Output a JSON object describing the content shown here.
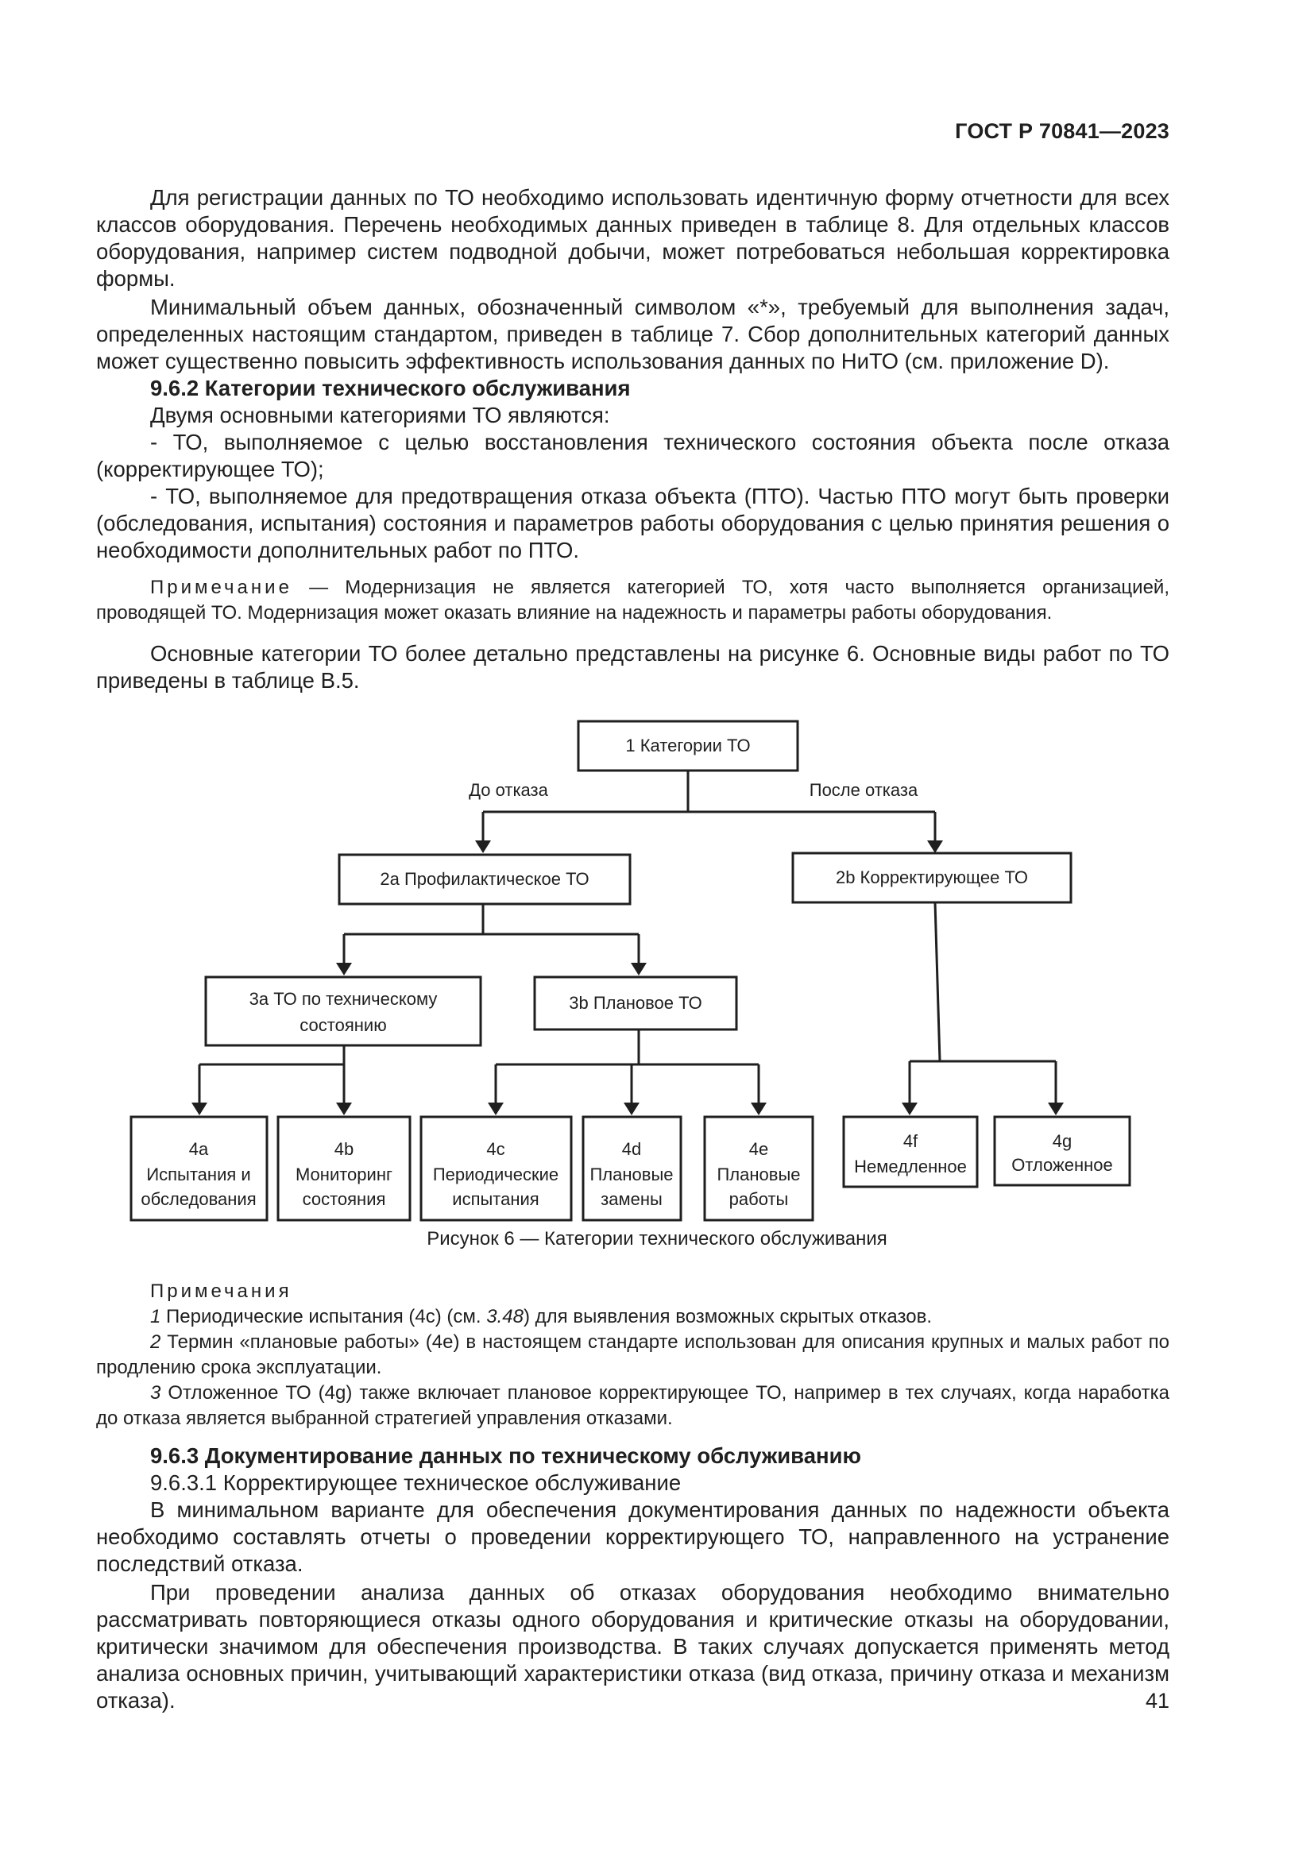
{
  "header": {
    "doc_id": "ГОСТ Р 70841—2023"
  },
  "intro": {
    "p1": "Для регистрации данных по ТО необходимо использовать идентичную форму отчетности для всех классов оборудования. Перечень необходимых данных приведен в таблице 8. Для отдельных классов оборудования, например систем подводной добычи, может потребоваться небольшая корректировка формы.",
    "p2": "Минимальный объем данных, обозначенный символом «*», требуемый для выполнения задач, определенных настоящим стандартом, приведен в таблице 7. Сбор дополнительных категорий данных может существенно повысить эффективность использования данных по НиТО (см. приложение D)."
  },
  "section_962": {
    "heading": "9.6.2  Категории технического обслуживания",
    "lead": "Двумя основными категориями ТО являются:",
    "item1": "- ТО, выполняемое с целью восстановления технического состояния объекта после отказа (корректирующее ТО);",
    "item2": "- ТО, выполняемое для предотвращения отказа объекта (ПТО). Частью ПТО могут быть проверки (обследования, испытания) состояния и параметров работы оборудования с целью принятия решения о необходимости дополнительных работ по ПТО.",
    "note_label": "Примечание",
    "note_text": " — Модернизация не является категорией ТО, хотя часто выполняется организацией, проводящей ТО. Модернизация может оказать влияние на надежность и параметры работы оборудования.",
    "after": "Основные категории ТО более детально представлены на рисунке 6. Основные виды работ по ТО приведены в таблице В.5."
  },
  "diagram": {
    "root": "1 Категории ТО",
    "branch_left": "До отказа",
    "branch_right": "После отказа",
    "n2a": "2а Профилактическое ТО",
    "n2b": "2b Корректирующее ТО",
    "n3a_l1": "3а ТО по техническому",
    "n3a_l2": "состоянию",
    "n3b": "3b Плановое ТО",
    "n4a": [
      "4a",
      "Испытания и",
      "обследования"
    ],
    "n4b": [
      "4b",
      "Мониторинг",
      "состояния"
    ],
    "n4c": [
      "4c",
      "Периодические",
      "испытания"
    ],
    "n4d": [
      "4d",
      "Плановые",
      "замены"
    ],
    "n4e": [
      "4e",
      "Плановые",
      "работы"
    ],
    "n4f": [
      "4f",
      "Немедленное"
    ],
    "n4g": [
      "4g",
      "Отложенное"
    ]
  },
  "caption": "Рисунок 6 — Категории технического обслуживания",
  "notes": {
    "title": "Примечания",
    "n1_num": "1",
    "n1_a": " Периодические испытания (4с) (см. ",
    "n1_ref": "3.48",
    "n1_b": ") для выявления возможных скрытых отказов.",
    "n2_num": "2",
    "n2_text": " Термин «плановые работы» (4е) в настоящем стандарте использован для описания крупных и малых работ по продлению срока эксплуатации.",
    "n3_num": "3",
    "n3_text": " Отложенное ТО (4g) также включает плановое корректирующее ТО, например в тех случаях, когда наработка до отказа является выбранной стратегией управления отказами."
  },
  "section_963": {
    "heading": "9.6.3  Документирование данных по техническому обслуживанию",
    "sub": "9.6.3.1  Корректирующее техническое обслуживание",
    "p1": "В минимальном варианте для обеспечения документирования данных по надежности объекта необходимо составлять отчеты о проведении корректирующего ТО, направленного на устранение последствий отказа.",
    "p2": "При проведении анализа данных об отказах оборудования необходимо внимательно рассматривать повторяющиеся отказы одного оборудования и критические отказы на оборудовании, критически значимом для обеспечения производства. В таких случаях допускается применять метод анализа основных причин, учитывающий характеристики отказа (вид отказа, причину отказа и механизм отказа)."
  },
  "page_number": "41"
}
